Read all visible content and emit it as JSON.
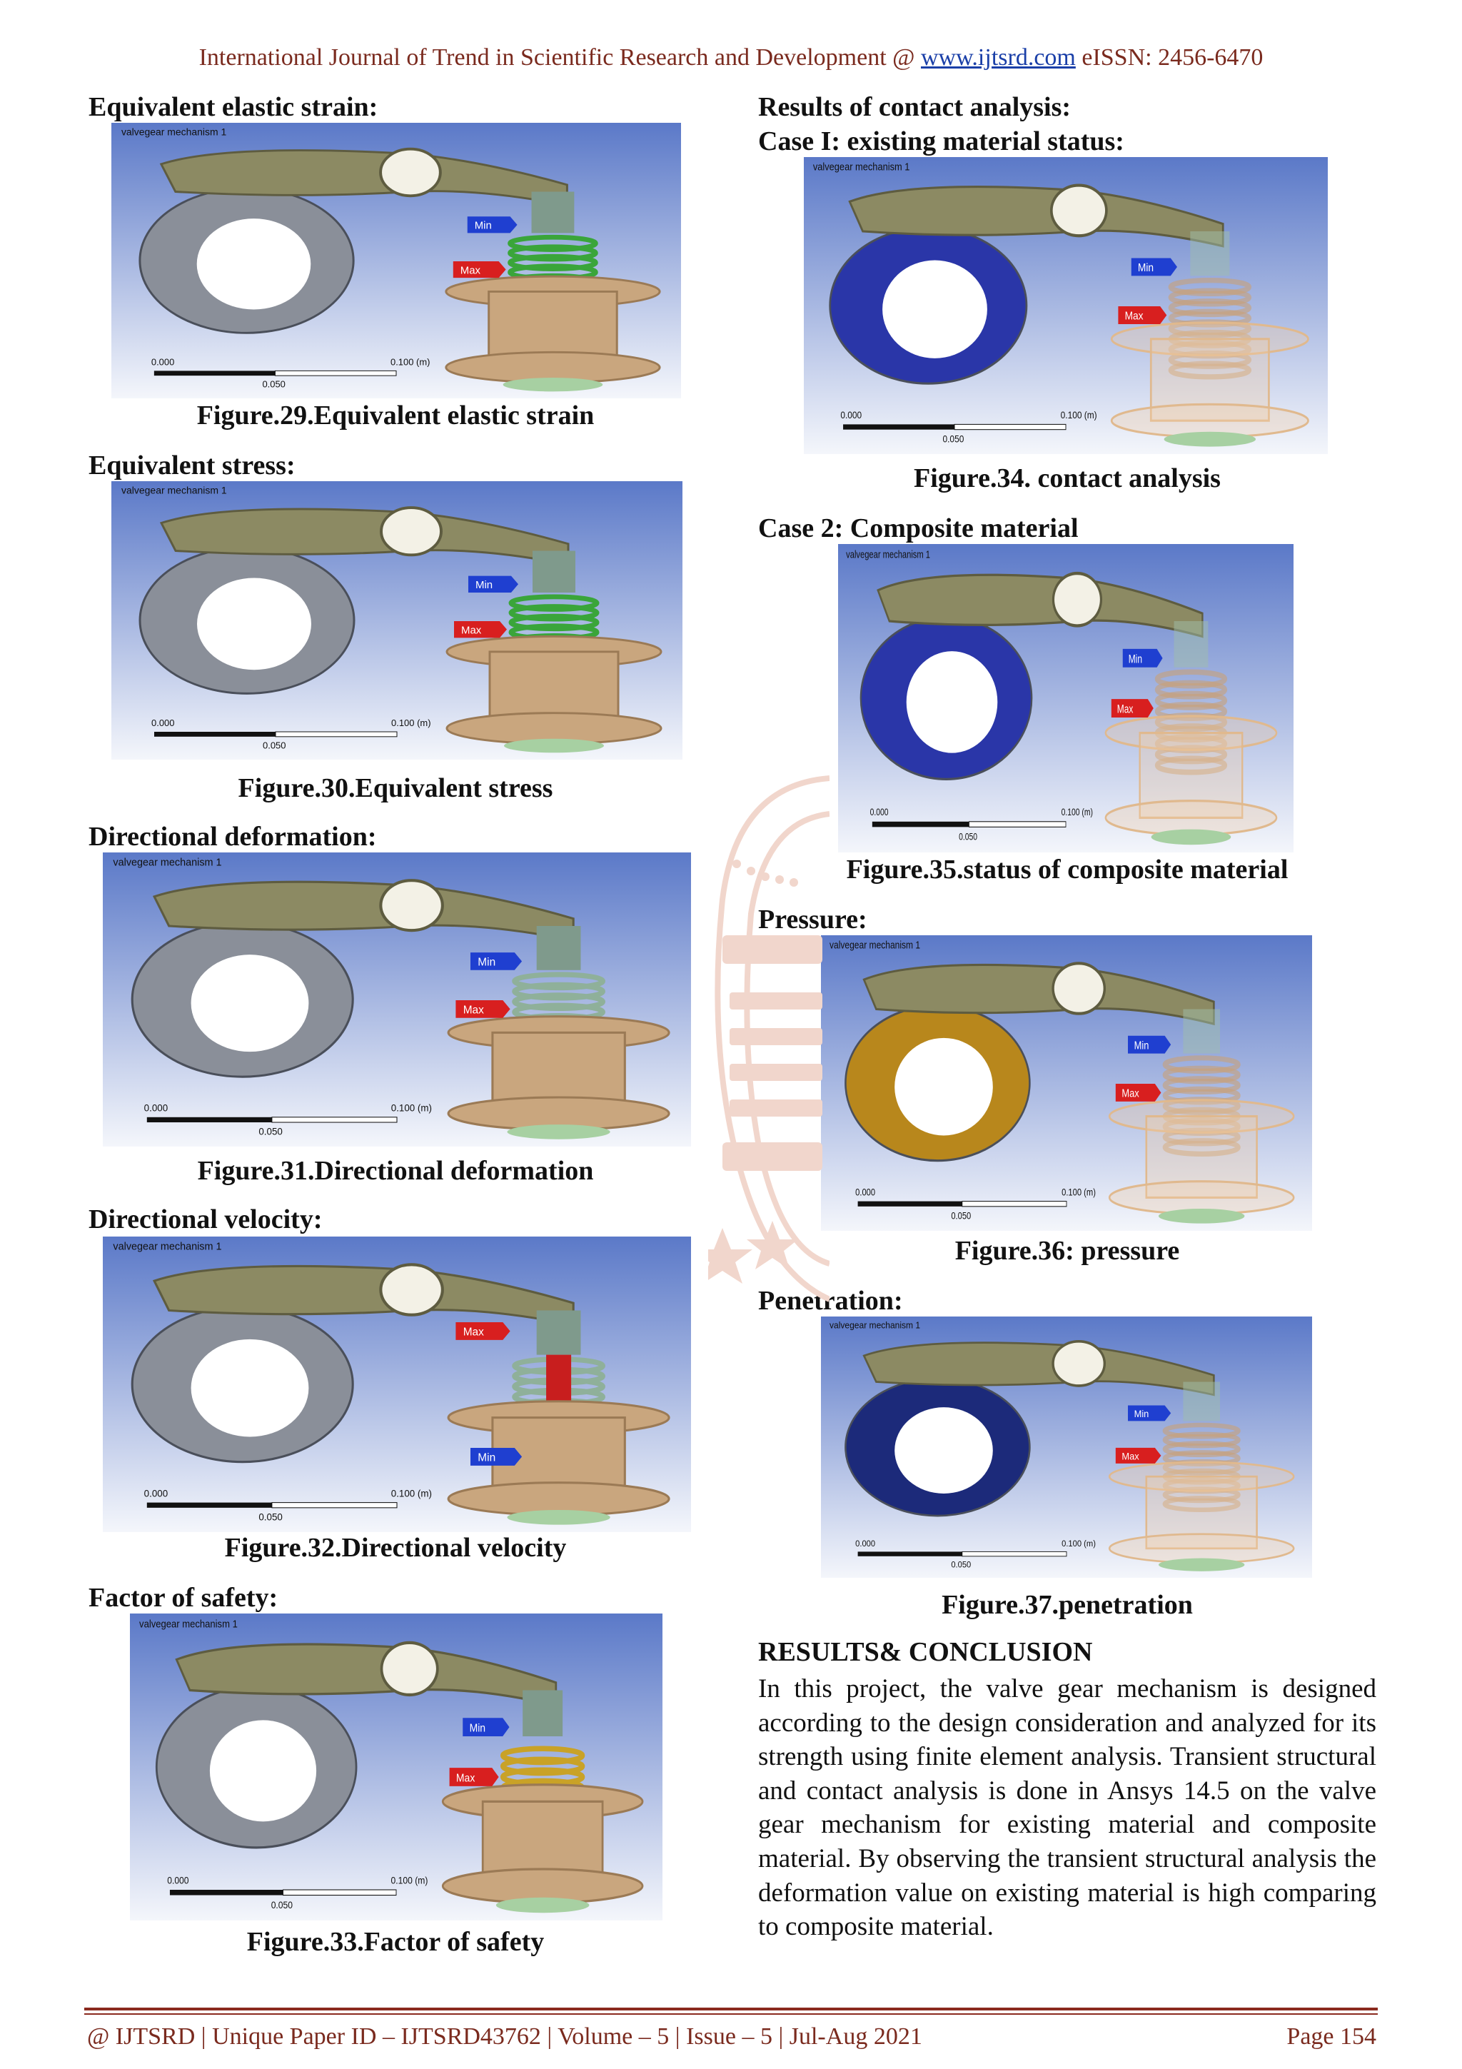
{
  "header": {
    "text": "International Journal of Trend in Scientific Research and Development @ ",
    "link": "www.ijtsrd.com",
    "issn": " eISSN: 2456-6470"
  },
  "left": {
    "strain": {
      "heading": "Equivalent elastic strain:",
      "caption": "Figure.29.Equivalent elastic strain"
    },
    "stress": {
      "heading": "Equivalent stress:",
      "caption": "Figure.30.Equivalent stress"
    },
    "deformation": {
      "heading": "Directional deformation:",
      "caption": "Figure.31.Directional deformation"
    },
    "velocity": {
      "heading": "Directional velocity:",
      "caption": "Figure.32.Directional velocity"
    },
    "safety": {
      "heading": "Factor of safety:",
      "caption": "Figure.33.Factor of safety"
    }
  },
  "right": {
    "results_heading": "Results of contact analysis:",
    "case1_heading": "Case I: existing material status:",
    "case1_caption": "Figure.34. contact analysis",
    "case2_heading": "Case 2: Composite material",
    "case2_caption": "Figure.35.status of composite material",
    "pressure_heading": "Pressure:",
    "pressure_caption": "Figure.36: pressure",
    "penetration_heading": "Penetration:",
    "penetration_caption": "Figure.37.penetration"
  },
  "figure_labels": {
    "min": "Min",
    "max": "Max",
    "scale_start": "0.000",
    "scale_mid": "0.050",
    "scale_end": "0.100 (m)",
    "title_fragment": "valvegear mechanism 1"
  },
  "conclusion": {
    "heading": "RESULTS& CONCLUSION",
    "body": "In this project, the valve gear mechanism is designed according to the design consideration and analyzed for its strength using finite element analysis. Transient structural and contact analysis is done in Ansys 14.5 on the valve gear mechanism for existing material and composite material. By observing the transient structural analysis the deformation value on existing material is high comparing to composite material."
  },
  "footer": {
    "text": "@ IJTSRD  |  Unique Paper ID – IJTSRD43762  |  Volume – 5  |  Issue – 5  |  Jul-Aug 2021",
    "page": "Page 154"
  },
  "colors": {
    "header_text": "#7a2a1e",
    "link": "#1a3fa8",
    "min_tag": "#1f3fd0",
    "max_tag": "#d81f1f",
    "spring_green": "#3aa53a",
    "body_tan": "#c9a67e",
    "arm_olive": "#8c8a63"
  }
}
